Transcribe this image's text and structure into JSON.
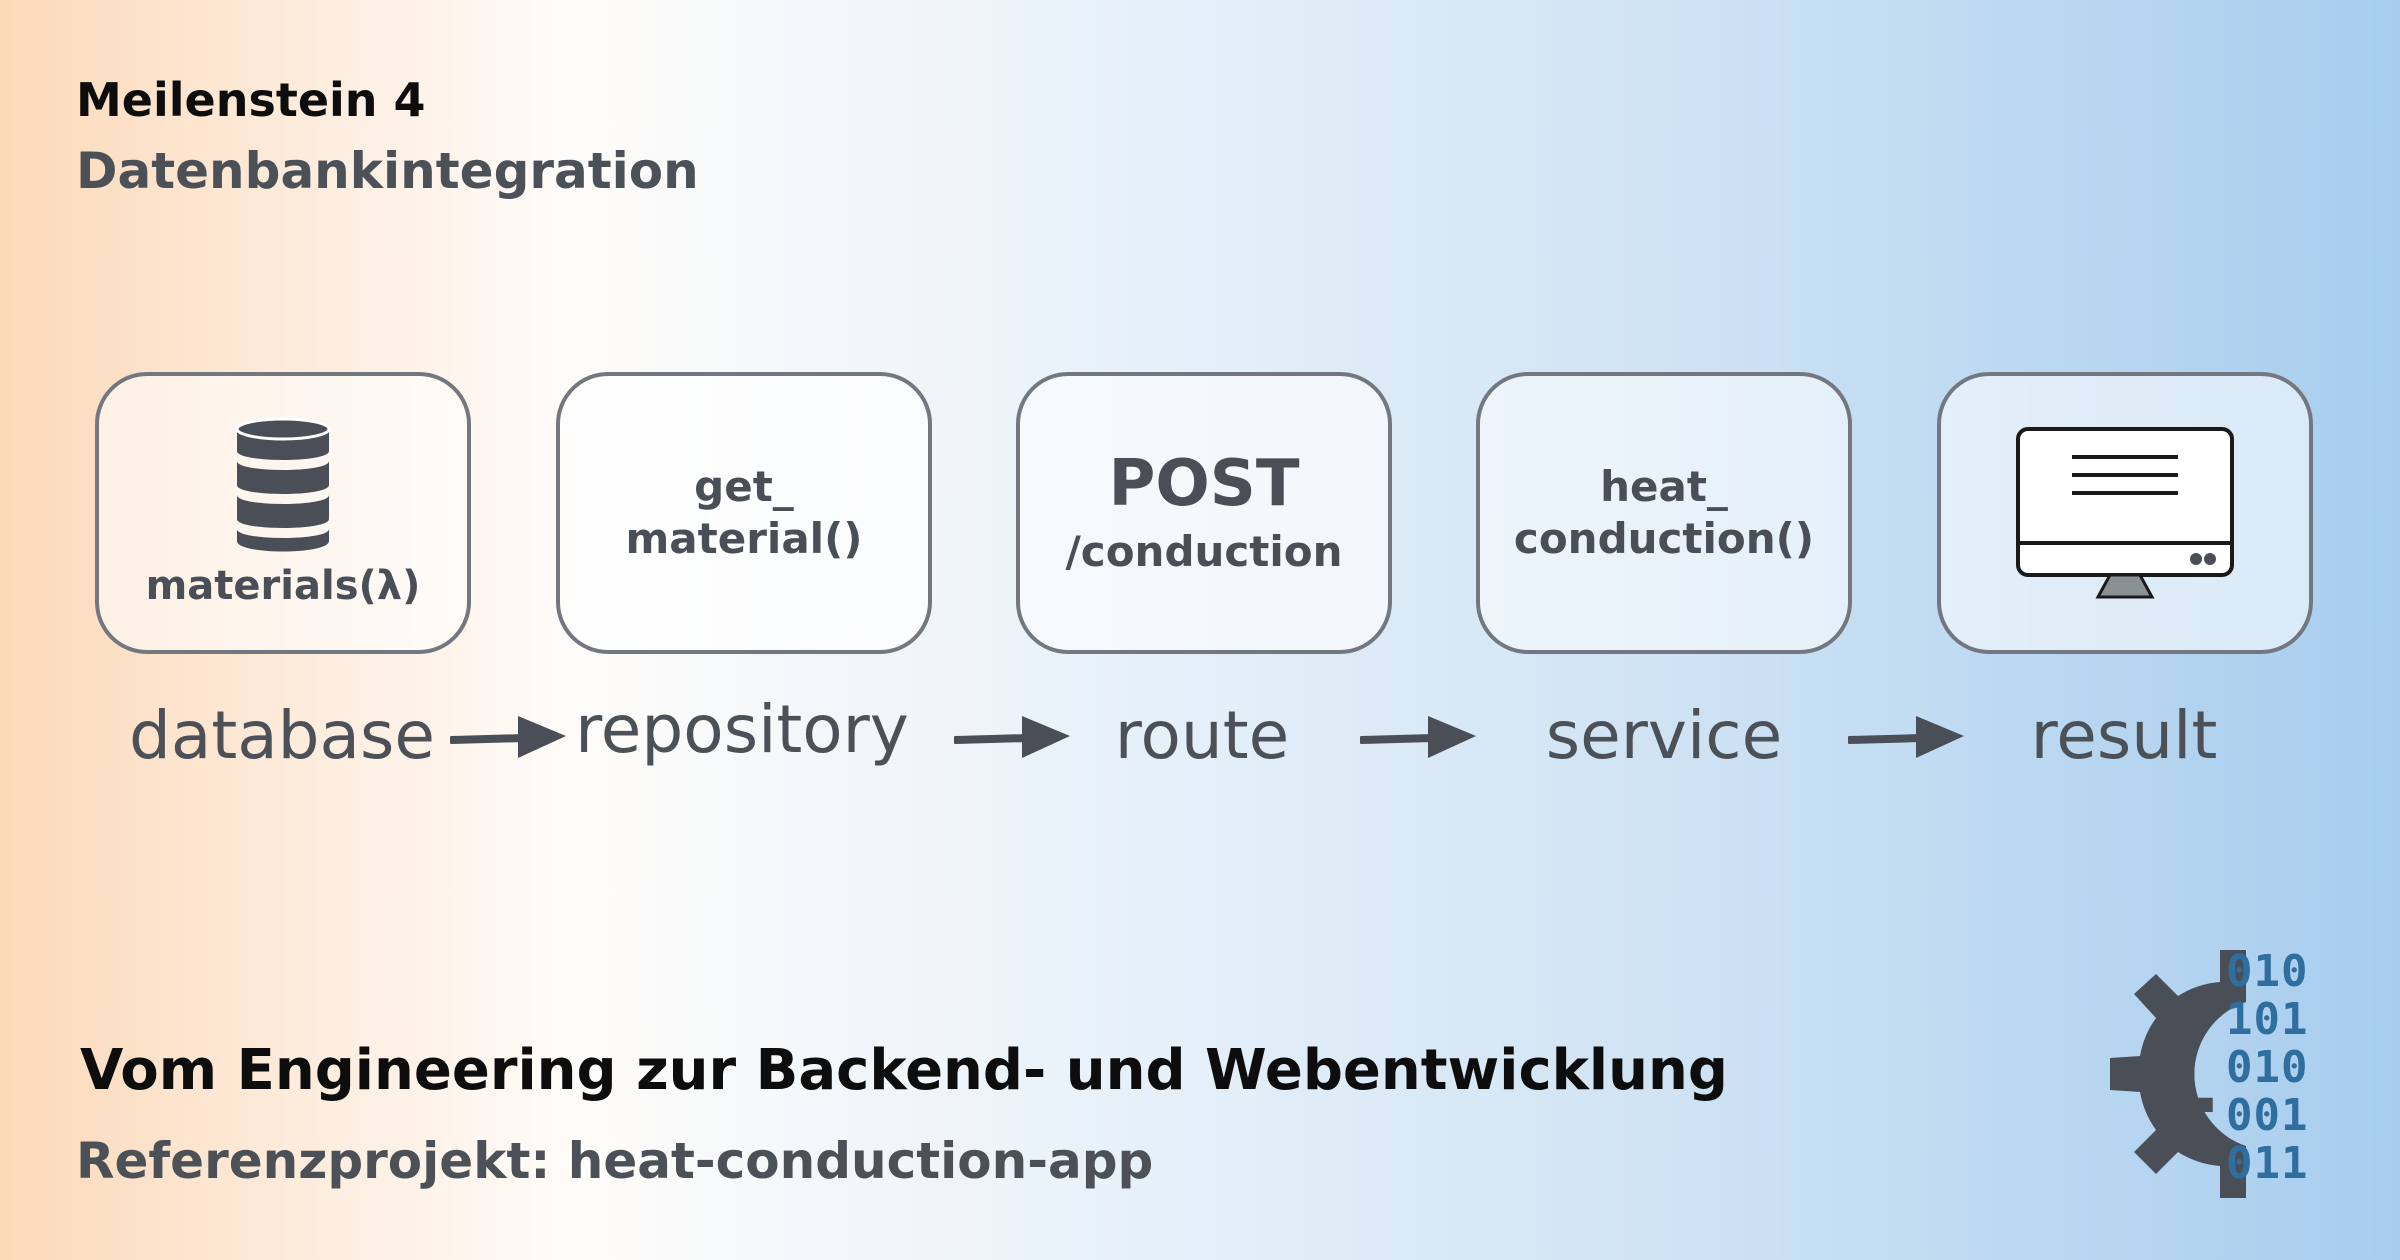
{
  "header": {
    "milestone": "Meilenstein 4",
    "subtitle": "Datenbankintegration"
  },
  "boxes": [
    {
      "icon": "database-icon",
      "line1": "materials(λ)"
    },
    {
      "line1": "get_",
      "line2": "material()"
    },
    {
      "line1": "POST",
      "line2": "/conduction"
    },
    {
      "line1": "heat_",
      "line2": "conduction()"
    },
    {
      "icon": "monitor-icon"
    }
  ],
  "stages": [
    "database",
    "repository",
    "route",
    "service",
    "result"
  ],
  "footer": {
    "title": "Vom Engineering zur Backend- und Webentwicklung",
    "subtitle": "Referenzprojekt: heat-conduction-app"
  },
  "logo": {
    "digit": "1",
    "binary": [
      "010",
      "101",
      "010",
      "001",
      "011"
    ]
  },
  "colors": {
    "box_border": "#737880",
    "text_dark": "#4c5158",
    "arrow": "#4a4f57",
    "binary": "#2e6fa0"
  }
}
